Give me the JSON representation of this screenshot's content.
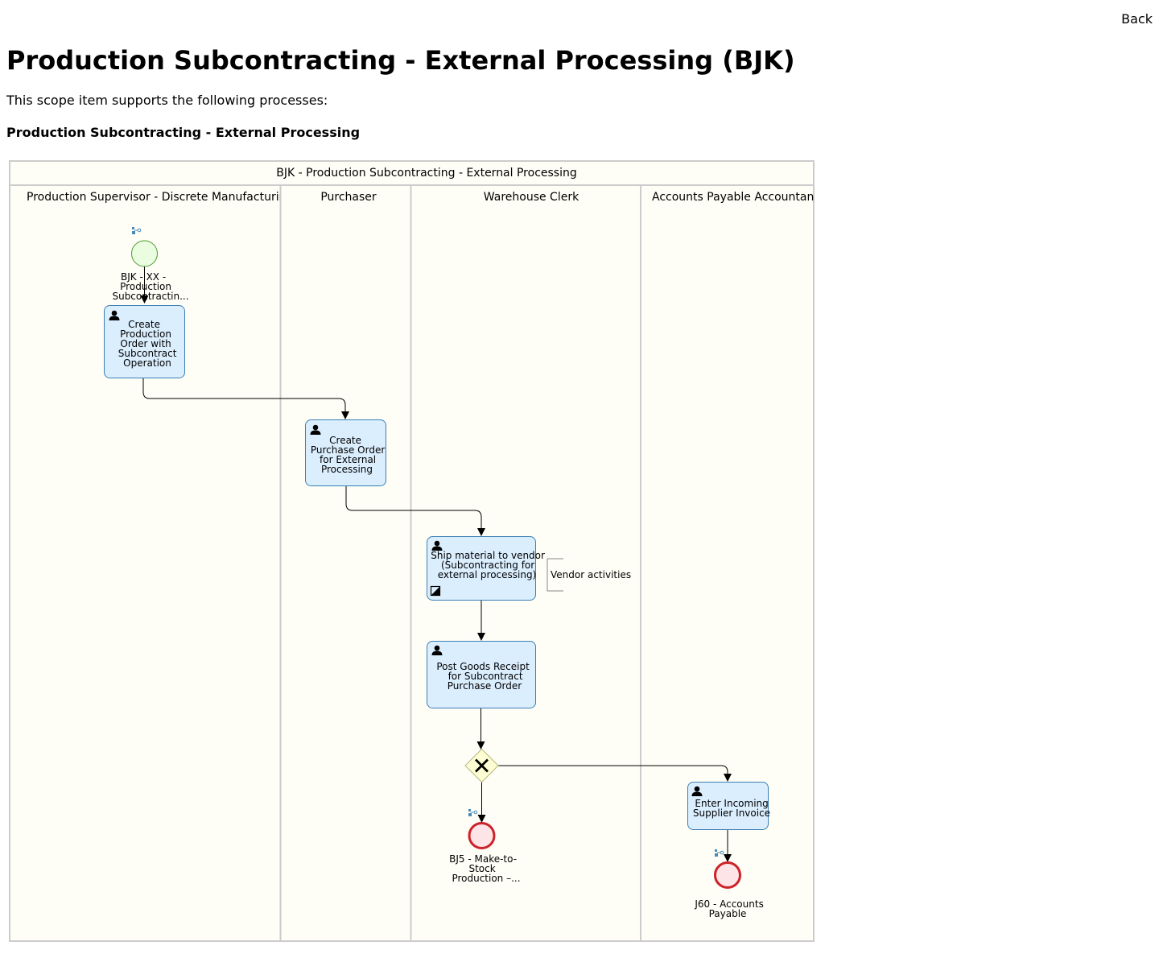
{
  "nav": {
    "back_label": "Back"
  },
  "page": {
    "title": "Production Subcontracting - External Processing (BJK)",
    "intro": "This scope item supports the following processes:",
    "process_heading": "Production Subcontracting - External Processing"
  },
  "diagram": {
    "pool_title": "BJK - Production Subcontracting - External Processing",
    "lanes": [
      {
        "title": "Production Supervisor - Discrete Manufacturing"
      },
      {
        "title": "Purchaser"
      },
      {
        "title": "Warehouse Clerk"
      },
      {
        "title": "Accounts Payable Accountant"
      }
    ],
    "start_event": {
      "lines": [
        "BJK - XX -",
        "Production",
        "Subcontractin..."
      ]
    },
    "tasks": [
      {
        "lines": [
          "Create",
          "Production",
          "Order with",
          "Subcontract",
          "Operation"
        ]
      },
      {
        "lines": [
          "Create",
          "Purchase Order",
          "for External",
          "Processing"
        ]
      },
      {
        "lines": [
          "Ship material to vendor",
          "(Subcontracting for",
          "external processing)"
        ]
      },
      {
        "lines": [
          "Post Goods Receipt",
          "for Subcontract",
          "Purchase Order"
        ]
      },
      {
        "lines": [
          "Enter Incoming",
          "Supplier Invoice"
        ]
      }
    ],
    "annotation": {
      "text": "Vendor activities"
    },
    "end_events": [
      {
        "lines": [
          "BJ5 - Make-to-",
          "Stock",
          "Production –..."
        ]
      },
      {
        "lines": [
          "J60 - Accounts",
          "Payable"
        ]
      }
    ],
    "colors": {
      "pool_bg": "#fefef6",
      "pool_border": "#cccccc",
      "task_fill": "#dbeefe",
      "task_stroke": "#3a7fb5",
      "start_fill": "#eafde0",
      "start_stroke": "#4f9a2e",
      "end_fill": "#fde4e6",
      "end_stroke": "#cc2229",
      "gateway_fill": "#fefed4",
      "gateway_stroke": "#b6b67c",
      "icon_blue": "#4a8ab8"
    }
  }
}
